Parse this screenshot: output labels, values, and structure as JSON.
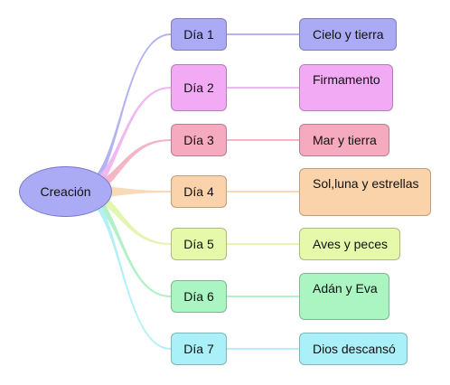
{
  "root": {
    "label": "Creación",
    "color": "#aaaaf5"
  },
  "days": [
    {
      "label": "Día 1",
      "detail": "Cielo y tierra",
      "color": "#aaaaf5",
      "line": "#b3b3f2"
    },
    {
      "label": "Día 2",
      "detail": "Firmamento",
      "color": "#f2aaf5",
      "line": "#efb8f2"
    },
    {
      "label": "Día 3",
      "detail": "Mar y tierra",
      "color": "#f5aabf",
      "line": "#f4b6c6"
    },
    {
      "label": "Día 4",
      "detail": "Sol,luna y estrellas",
      "color": "#fbd3aa",
      "line": "#f8dab8"
    },
    {
      "label": "Día 5",
      "detail": "Aves y peces",
      "color": "#e6f9aa",
      "line": "#e2f6b2"
    },
    {
      "label": "Día 6",
      "detail": "Adán y Eva",
      "color": "#aaf5c2",
      "line": "#b2f1c6"
    },
    {
      "label": "Día 7",
      "detail": "Dios descansó",
      "color": "#aaf0f9",
      "line": "#b4eff7"
    }
  ]
}
